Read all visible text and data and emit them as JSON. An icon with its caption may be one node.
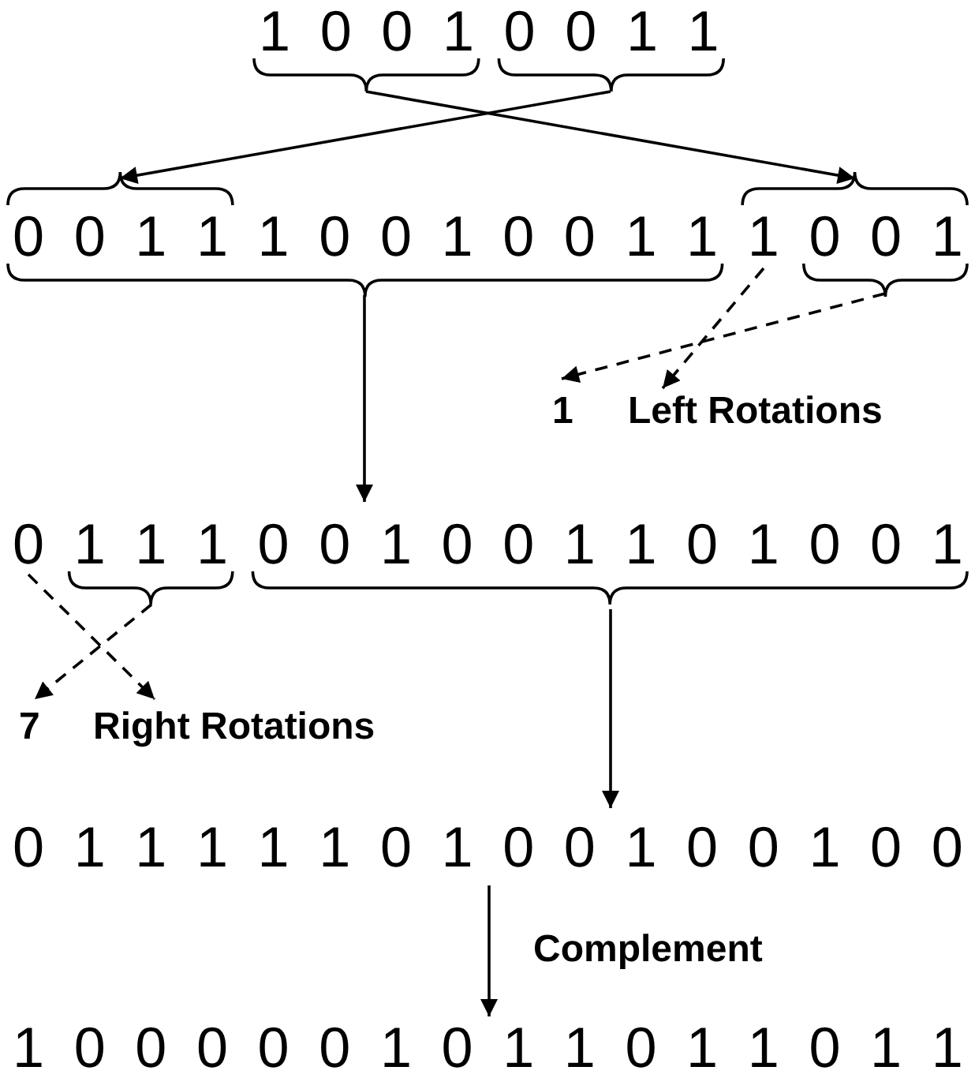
{
  "diagram": {
    "nodes": [
      {
        "text": [
          "1 0 0 1 0 0 1 1"
        ]
      },
      {
        "text": [
          "0 0 1 1 1 0 0 1 0 0 1 1 1 0 0 1"
        ]
      },
      {
        "text": [
          "1",
          "Left Rotations"
        ]
      },
      {
        "text": [
          "0 1 1 1 0 0 1 0 0 1 1 0 1 0 0 1"
        ]
      },
      {
        "text": [
          "7",
          "Right Rotations"
        ]
      },
      {
        "text": [
          "0 1 1 1 1 1 0 1 0 0 1 0 0 1 0 0"
        ]
      },
      {
        "text": [
          "1 0 0 0 0 0 1 0 1 1 0 1 1 0 1 1"
        ]
      }
    ],
    "edges": [
      {
        "from": 0,
        "to": 1,
        "arrow": "to"
      },
      {
        "from": 0,
        "to": 1,
        "arrow": "to"
      },
      {
        "from": 1,
        "to": 2,
        "arrow": "to",
        "style": "dashed"
      },
      {
        "from": 1,
        "to": 2,
        "arrow": "to",
        "style": "dashed"
      },
      {
        "from": 1,
        "to": 3,
        "arrow": "to"
      },
      {
        "from": 3,
        "to": 4,
        "arrow": "to",
        "style": "dashed"
      },
      {
        "from": 3,
        "to": 4,
        "arrow": "to",
        "style": "dashed"
      },
      {
        "from": 3,
        "to": 5,
        "arrow": "to"
      },
      {
        "from": 5,
        "to": 6,
        "arrow": "to",
        "label": "Complement"
      }
    ]
  }
}
